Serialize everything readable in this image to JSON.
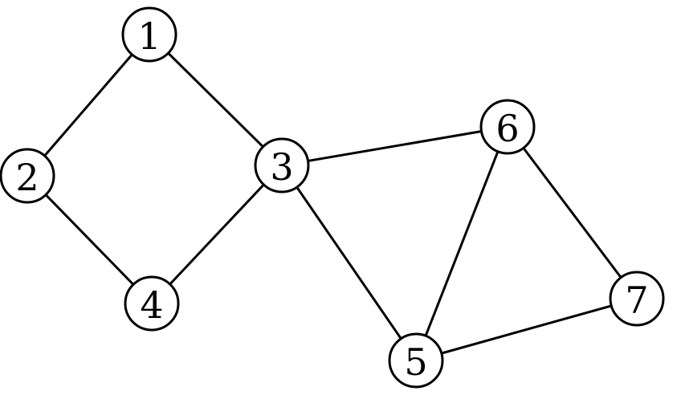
{
  "graph": {
    "nodes": [
      {
        "id": "1",
        "label": "1"
      },
      {
        "id": "2",
        "label": "2"
      },
      {
        "id": "3",
        "label": "3"
      },
      {
        "id": "4",
        "label": "4"
      },
      {
        "id": "5",
        "label": "5"
      },
      {
        "id": "6",
        "label": "6"
      },
      {
        "id": "7",
        "label": "7"
      }
    ],
    "edges": [
      {
        "from": "1",
        "to": "2"
      },
      {
        "from": "1",
        "to": "3"
      },
      {
        "from": "2",
        "to": "4"
      },
      {
        "from": "3",
        "to": "4"
      },
      {
        "from": "3",
        "to": "6"
      },
      {
        "from": "3",
        "to": "5"
      },
      {
        "from": "6",
        "to": "5"
      },
      {
        "from": "6",
        "to": "7"
      },
      {
        "from": "5",
        "to": "7"
      }
    ],
    "colors": {
      "stroke": "#000000",
      "fill": "#ffffff"
    }
  }
}
